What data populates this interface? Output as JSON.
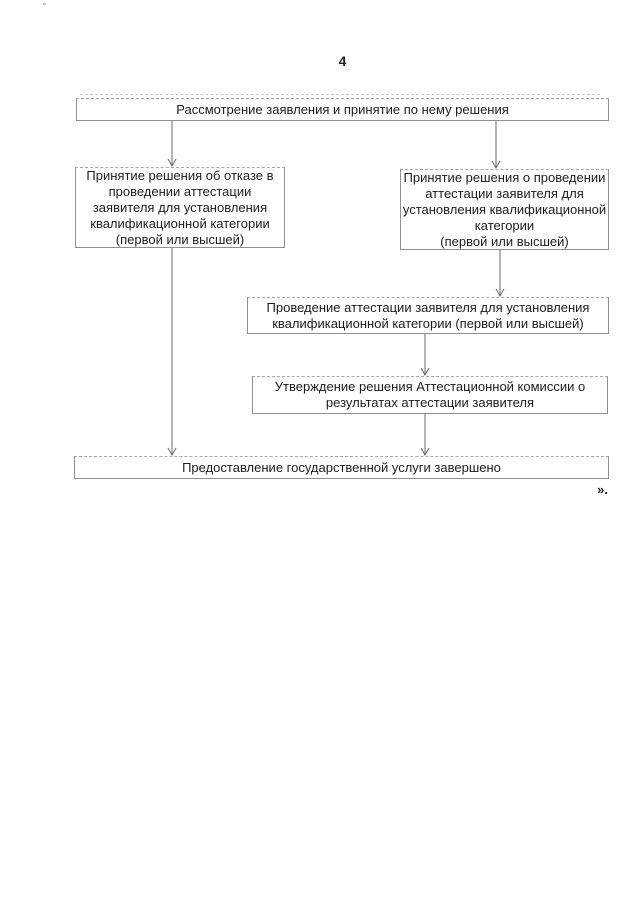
{
  "page": {
    "number": "4",
    "closing_mark": "»."
  },
  "colors": {
    "background": "#ffffff",
    "box_border": "#8f8f8f",
    "box_border_top": "#a8a8a8",
    "text": "#1c1c1c",
    "arrow": "#6a6a6a",
    "artifact": "#b3b3b3"
  },
  "flowchart": {
    "nodes": {
      "review": {
        "lines": [
          "Рассмотрение заявления и принятие по нему решения"
        ]
      },
      "refuse": {
        "lines": [
          "Принятие решения об отказе в",
          "проведении аттестации",
          "заявителя для установления",
          "квалификационной категории",
          "(первой или высшей)"
        ]
      },
      "approve": {
        "lines": [
          "Принятие решения о проведении",
          "аттестации заявителя для",
          "установления квалификационной",
          "категории",
          "(первой или высшей)"
        ]
      },
      "conduct": {
        "lines": [
          "Проведение аттестации заявителя для установления",
          "квалификационной категории (первой или высшей)"
        ]
      },
      "confirm": {
        "lines": [
          "Утверждение решения Аттестационной комиссии о",
          "результатах аттестации заявителя"
        ]
      },
      "done": {
        "lines": [
          "Предоставление государственной услуги завершено"
        ]
      }
    }
  }
}
